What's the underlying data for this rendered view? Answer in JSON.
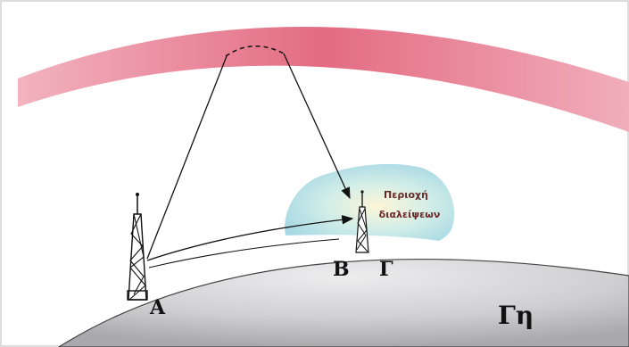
{
  "labels": {
    "station_a": "Α",
    "point_b": "Β",
    "point_gamma": "Γ",
    "earth": "Γη",
    "fading_zone_line1": "Περιοχή",
    "fading_zone_line2": "διαλείψεων"
  },
  "colors": {
    "ionosphere": "#e07a8c",
    "earth_fill": "#c9c9cc",
    "fading_zone": "#bde3ea",
    "ray": "#111111"
  },
  "icons": {
    "transmitter": "antenna-tower-icon",
    "receiver": "antenna-tower-icon"
  }
}
